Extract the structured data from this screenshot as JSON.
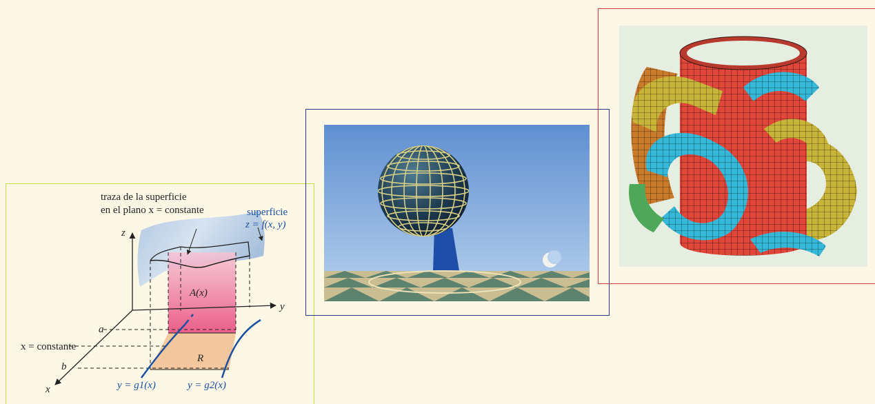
{
  "diagram": {
    "trace_label_line1": "traza de la superficie",
    "trace_label_line2": "en el plano x = constante",
    "surface_label": "superficie",
    "surface_formula": "z = f(x, y)",
    "area_label": "A(x)",
    "region_label": "R",
    "x_constant_label": "x = constante",
    "axis_x": "x",
    "axis_y": "y",
    "axis_z": "z",
    "tick_a": "a",
    "tick_b": "b",
    "curve_g1": "y = g1(x)",
    "curve_g2": "y = g2(x)",
    "colors": {
      "surface": "#b7cde6",
      "area": "#e8447a",
      "region": "#f2c79d",
      "curves": "#1a4fa0",
      "surface_text": "#1a4fa0"
    }
  },
  "photo": {
    "subject": "sphere-sculpture"
  },
  "render": {
    "subject": "intersecting-cylinders-surface"
  },
  "colors": {
    "background": "#fdf7e6",
    "diagram_frame": "#c8d94a",
    "photo_frame": "#1f3a8a",
    "render_frame": "#d9383a"
  }
}
